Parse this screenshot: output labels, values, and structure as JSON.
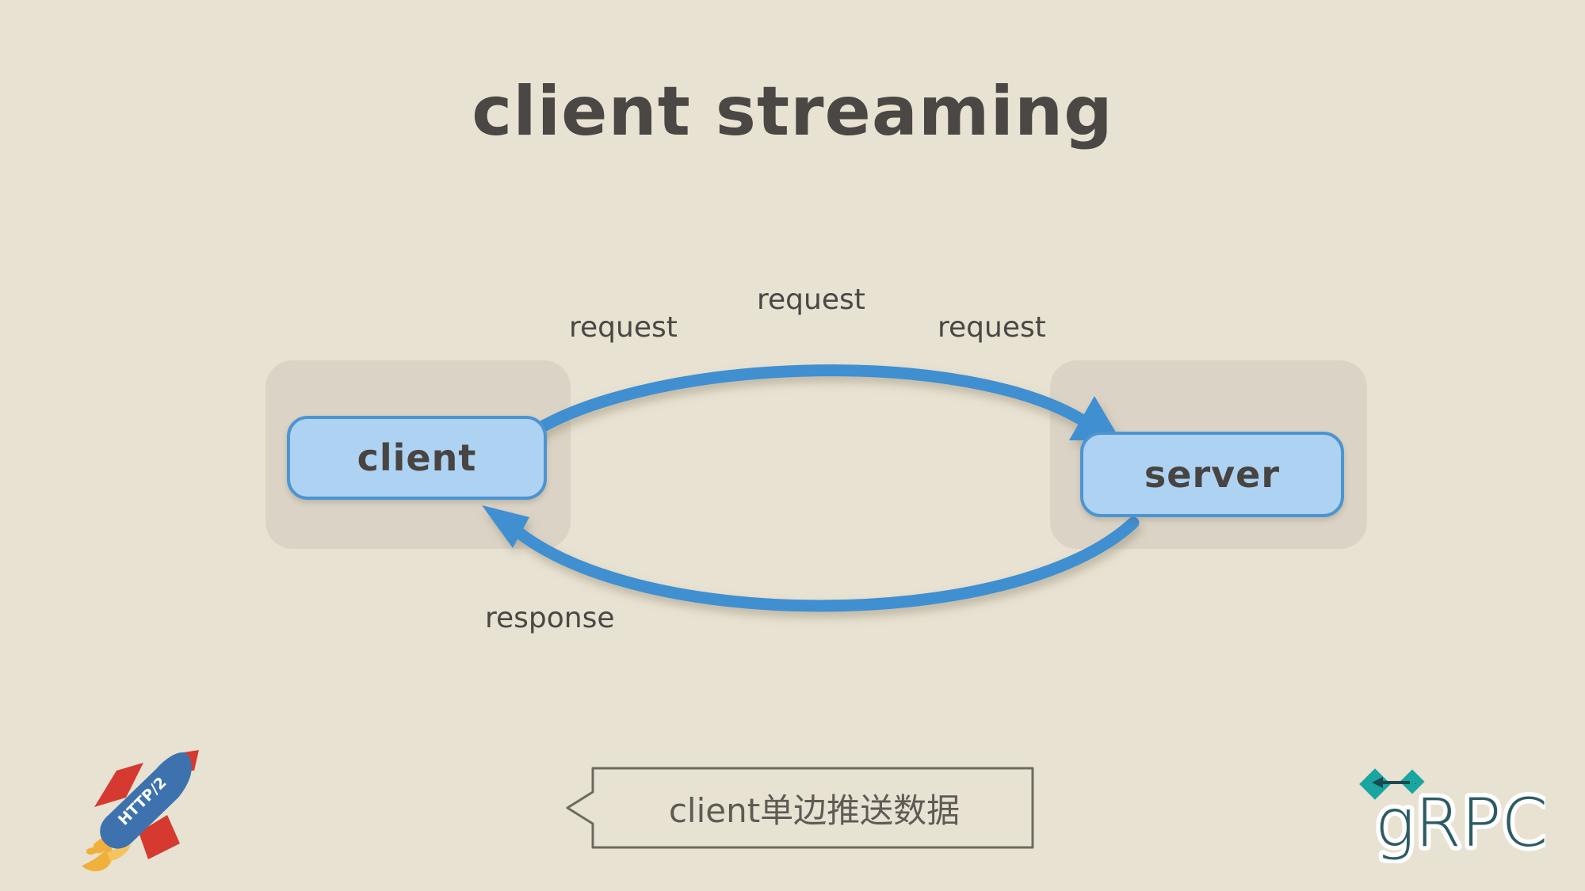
{
  "slide": {
    "title": "client streaming",
    "background_color": "#e8e2d2",
    "title_color": "#4a4744"
  },
  "diagram": {
    "type": "sequence-diagram",
    "nodes": [
      {
        "id": "client",
        "label": "client",
        "fill": "#aed2f2",
        "stroke": "#4d94d2"
      },
      {
        "id": "server",
        "label": "server",
        "fill": "#aed2f2",
        "stroke": "#4d94d2"
      }
    ],
    "zone_color": "#dbd4c6",
    "arrow_color": "#3f8fd1",
    "edges": [
      {
        "id": "request-arc",
        "from": "client",
        "to": "server",
        "direction": "client-to-server",
        "labels": [
          "request",
          "request",
          "request"
        ]
      },
      {
        "id": "response-arc",
        "from": "server",
        "to": "client",
        "direction": "server-to-client",
        "labels": [
          "response"
        ]
      }
    ]
  },
  "labels": {
    "request_left": "request",
    "request_center": "request",
    "request_right": "request",
    "response": "response"
  },
  "callout": {
    "text": "client单边推送数据",
    "text_color": "#5e5b55",
    "border_color": "#6d6a60",
    "tail_side": "left"
  },
  "logos": {
    "http2": {
      "name": "http2-rocket-logo",
      "text": "HTTP/2",
      "body_color": "#3d72ae",
      "fin_color": "#d6392f",
      "flame_color": "#f0b03c"
    },
    "grpc": {
      "name": "grpc-logo",
      "text": "gRPC",
      "text_color": "#2d5b63",
      "accent_color": "#19a5a0",
      "outline_color": "#ffffff"
    }
  }
}
